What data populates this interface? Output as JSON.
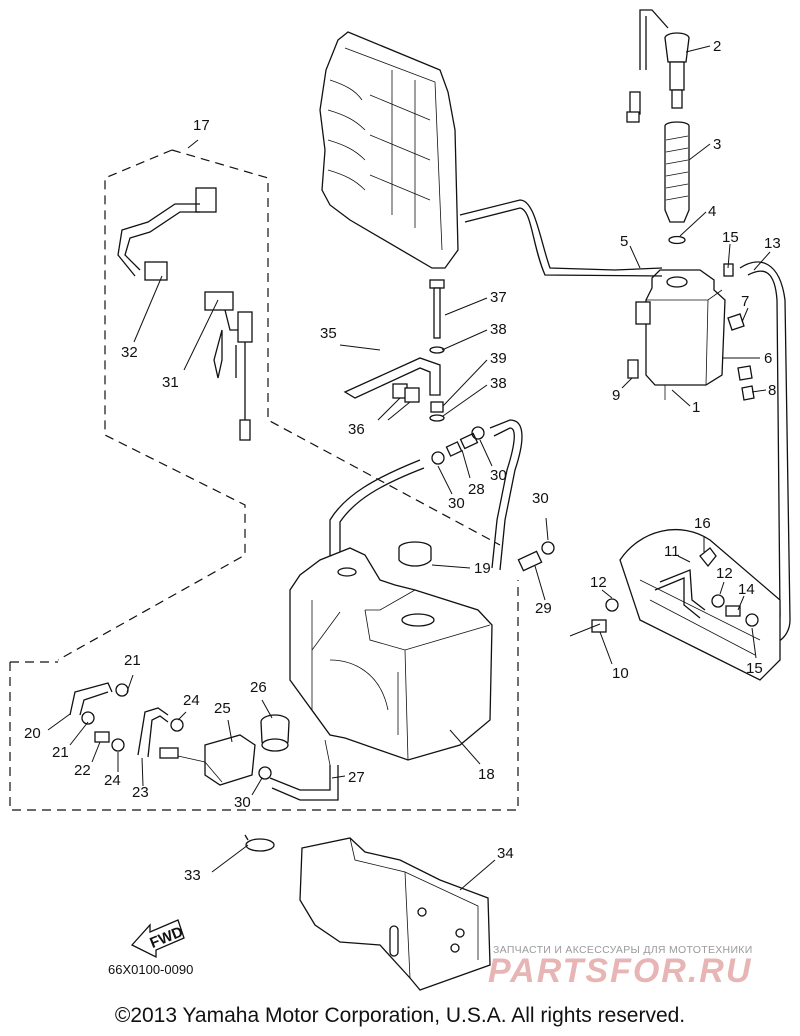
{
  "callouts": [
    {
      "id": "1",
      "text": "1"
    },
    {
      "id": "2",
      "text": "2"
    },
    {
      "id": "3",
      "text": "3"
    },
    {
      "id": "4",
      "text": "4"
    },
    {
      "id": "5",
      "text": "5"
    },
    {
      "id": "6",
      "text": "6"
    },
    {
      "id": "7",
      "text": "7"
    },
    {
      "id": "8",
      "text": "8"
    },
    {
      "id": "9",
      "text": "9"
    },
    {
      "id": "10",
      "text": "10"
    },
    {
      "id": "11",
      "text": "11"
    },
    {
      "id": "12a",
      "text": "12"
    },
    {
      "id": "12b",
      "text": "12"
    },
    {
      "id": "13",
      "text": "13"
    },
    {
      "id": "14",
      "text": "14"
    },
    {
      "id": "15a",
      "text": "15"
    },
    {
      "id": "15b",
      "text": "15"
    },
    {
      "id": "16",
      "text": "16"
    },
    {
      "id": "17",
      "text": "17"
    },
    {
      "id": "18",
      "text": "18"
    },
    {
      "id": "19",
      "text": "19"
    },
    {
      "id": "20",
      "text": "20"
    },
    {
      "id": "21a",
      "text": "21"
    },
    {
      "id": "21b",
      "text": "21"
    },
    {
      "id": "22",
      "text": "22"
    },
    {
      "id": "23",
      "text": "23"
    },
    {
      "id": "24a",
      "text": "24"
    },
    {
      "id": "24b",
      "text": "24"
    },
    {
      "id": "25",
      "text": "25"
    },
    {
      "id": "26",
      "text": "26"
    },
    {
      "id": "27",
      "text": "27"
    },
    {
      "id": "28",
      "text": "28"
    },
    {
      "id": "29",
      "text": "29"
    },
    {
      "id": "30a",
      "text": "30"
    },
    {
      "id": "30b",
      "text": "30"
    },
    {
      "id": "30c",
      "text": "30"
    },
    {
      "id": "30d",
      "text": "30"
    },
    {
      "id": "31",
      "text": "31"
    },
    {
      "id": "32",
      "text": "32"
    },
    {
      "id": "33",
      "text": "33"
    },
    {
      "id": "34",
      "text": "34"
    },
    {
      "id": "35",
      "text": "35"
    },
    {
      "id": "36",
      "text": "36"
    },
    {
      "id": "37",
      "text": "37"
    },
    {
      "id": "38a",
      "text": "38"
    },
    {
      "id": "38b",
      "text": "38"
    },
    {
      "id": "39",
      "text": "39"
    }
  ],
  "fwd_label": "FWD",
  "diagram_code": "66X0100-0090",
  "copyright": "©2013 Yamaha Motor Corporation, U.S.A. All rights reserved.",
  "watermark": {
    "tagline": "ЗАПЧАСТИ И АКСЕССУАРЫ ДЛЯ МОТОТЕХНИКИ",
    "brand": "PARTSFOR.RU"
  }
}
